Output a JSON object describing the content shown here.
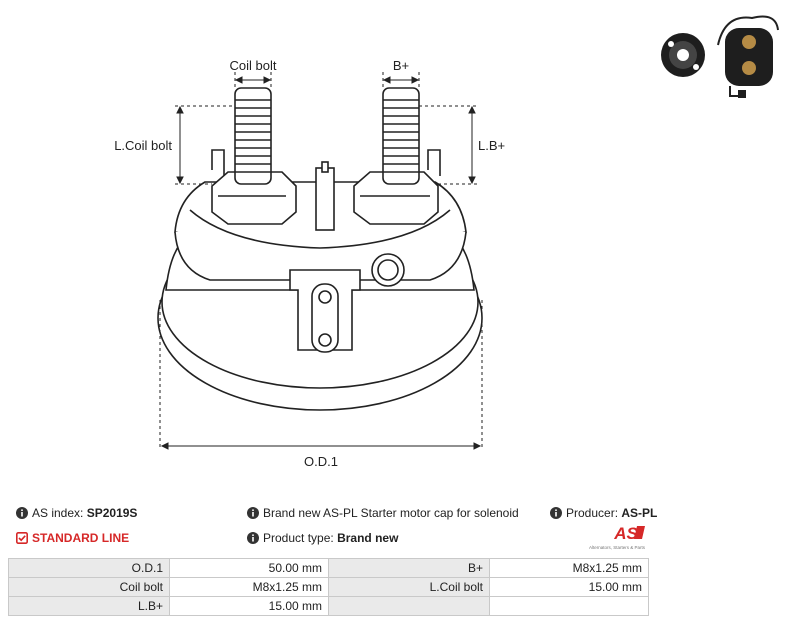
{
  "drawing": {
    "labels": {
      "coil_bolt": "Coil bolt",
      "b_plus": "B+",
      "l_coil_bolt": "L.Coil bolt",
      "l_b_plus": "L.B+",
      "od1": "O.D.1"
    }
  },
  "product": {
    "as_index_label": "AS index:",
    "as_index_value": "SP2019S",
    "line": "STANDARD LINE",
    "description": "Brand new AS-PL Starter motor cap for solenoid",
    "type_label": "Product type:",
    "type_value": "Brand new",
    "producer_label": "Producer:",
    "producer_value": "AS-PL"
  },
  "logo": {
    "text": "AS",
    "tagline": "Alternators, Starters & Parts",
    "color": "#d62828"
  },
  "spec_table": [
    [
      "O.D.1",
      "50.00 mm",
      "B+",
      "M8x1.25 mm"
    ],
    [
      "Coil bolt",
      "M8x1.25 mm",
      "L.Coil bolt",
      "15.00 mm"
    ],
    [
      "L.B+",
      "15.00 mm",
      "",
      ""
    ]
  ],
  "icons": {
    "info": "info-circle-icon",
    "check": "checkbox-check-icon"
  }
}
